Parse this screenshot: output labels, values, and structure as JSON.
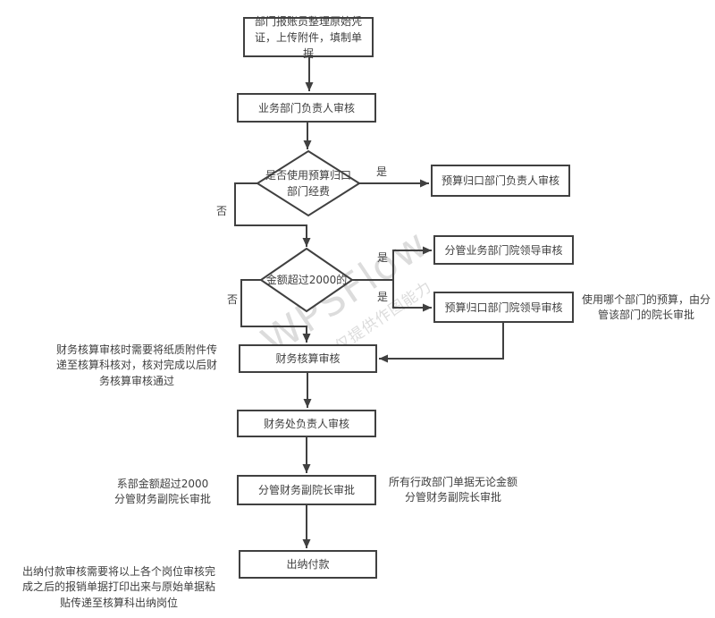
{
  "flowchart": {
    "type": "flowchart",
    "nodes": {
      "start": "部门报账员整理原始凭\n证，上传附件，填制单据",
      "business_dept_head": "业务部门负责人审核",
      "decision_budget_dept": "是否使用预算归口\n部门经费",
      "budget_dept_head": "预算归口部门负责人审核",
      "decision_amount": "金额超过2000的",
      "business_vp": "分管业务部门院领导审核",
      "budget_vp": "预算归口部门院领导审核",
      "accounting_review": "财务核算审核",
      "finance_office_head": "财务处负责人审核",
      "finance_vp": "分管财务副院长审批",
      "cashier_payment": "出纳付款"
    },
    "edge_labels": {
      "budget_yes": "是",
      "budget_no": "否",
      "amount_yes_top": "是",
      "amount_yes_bottom": "是",
      "amount_no": "否"
    },
    "annotations": {
      "budget_vp_note": "使用哪个部门的预算，由分\n管该部门的院长审批",
      "accounting_review_note": "财务核算审核时需要将纸质附件传\n递至核算科核对，核对完成以后财\n务核算审核通过",
      "finance_vp_note_left": "系部金额超过2000\n分管财务副院长审批",
      "finance_vp_note_right": "所有行政部门单据无论金额\n分管财务副院长审批",
      "cashier_note": "出纳付款审核需要将以上各个岗位审核完\n成之后的报销单据打印出来与原始单据粘\n贴传递至核算科出纳岗位"
    },
    "watermark": {
      "line1": "WPSFlow",
      "line2": "WPS仅提供作图能力"
    },
    "colors": {
      "line": "#404040",
      "text": "#3f3f3f",
      "node_fill": "#ffffff",
      "watermark": "#dcdcdc",
      "background": "#ffffff"
    }
  }
}
